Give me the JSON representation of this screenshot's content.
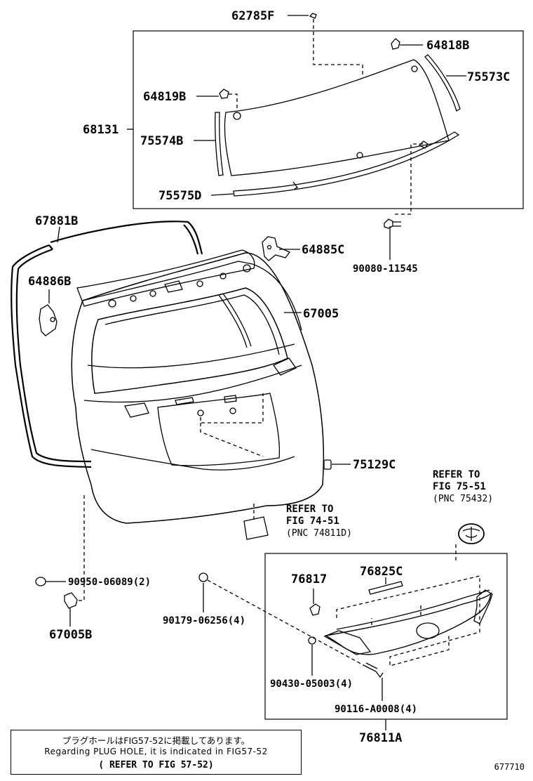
{
  "labels": {
    "p62785F": "62785F",
    "p64818B": "64818B",
    "p75573C": "75573C",
    "p64819B": "64819B",
    "p68131": "68131",
    "p75574B": "75574B",
    "p75575D": "75575D",
    "p67881B": "67881B",
    "p64885C": "64885C",
    "p90080": "90080-11545",
    "p64886B": "64886B",
    "p67005": "67005",
    "p75129C": "75129C",
    "p90950": "90950-06089(2)",
    "p67005B": "67005B",
    "p90179": "90179-06256(4)",
    "p76817": "76817",
    "p76825C": "76825C",
    "p90430": "90430-05003(4)",
    "p90116": "90116-A0008(4)",
    "p76811A": "76811A"
  },
  "refer_74": {
    "line1": "REFER TO",
    "line2": "FIG 74-51",
    "line3": "(PNC 74811D)"
  },
  "refer_75": {
    "line1": "REFER TO",
    "line2": "FIG 75-51",
    "line3": "(PNC 75432)"
  },
  "note": {
    "jp": "プラグホールはFIG57-52に掲載してあります。",
    "en": "Regarding PLUG HOLE, it is indicated in FIG57-52",
    "ref": "( REFER TO FIG 57-52)"
  },
  "figure_code": "677710"
}
